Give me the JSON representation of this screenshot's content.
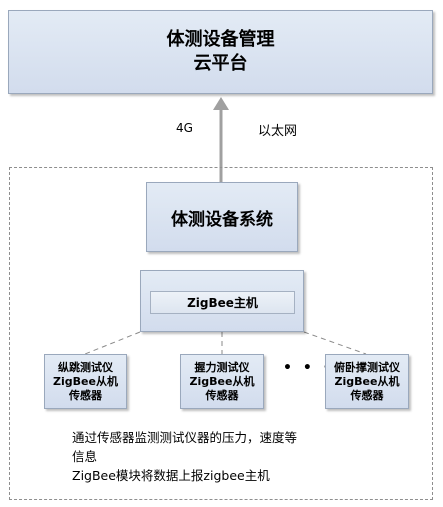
{
  "cloud_platform": {
    "line1": "体测设备管理",
    "line2": "云平台"
  },
  "links": {
    "cellular": "4G",
    "ethernet": "以太网"
  },
  "system": {
    "title": "体测设备系统"
  },
  "zigbee_host": {
    "label": "ZigBee主机"
  },
  "sensors": [
    {
      "line1": "纵跳测试仪",
      "line2": "ZigBee从机",
      "line3": "传感器"
    },
    {
      "line1": "握力测试仪",
      "line2": "ZigBee从机",
      "line3": "传感器"
    },
    {
      "line1": "俯卧撑测试仪",
      "line2": "ZigBee从机",
      "line3": "传感器"
    }
  ],
  "ellipsis": "• • •",
  "note": {
    "line1": "通过传感器监测测试仪器的压力，速度等",
    "line2": "信息",
    "line3": "ZigBee模块将数据上报zigbee主机"
  }
}
